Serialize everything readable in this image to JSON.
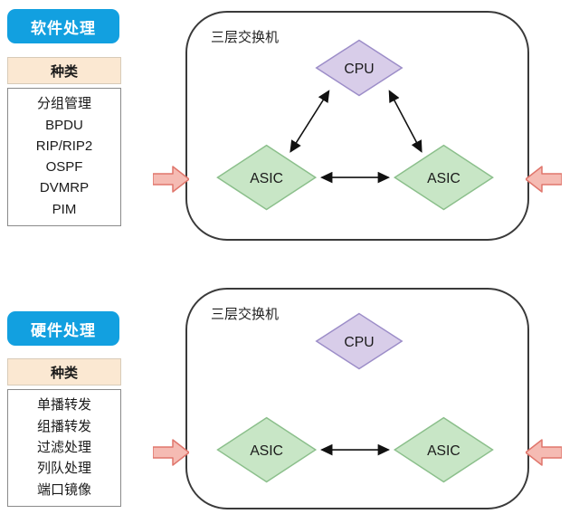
{
  "colors": {
    "badge_bg": "#12A0E0",
    "peach_bg": "#FBE8D2",
    "purple_fill": "#D8CDE9",
    "purple_stroke": "#9C8DC8",
    "green_fill": "#C8E6C6",
    "green_stroke": "#8BBF8B",
    "pink_fill": "#F5BBB3",
    "pink_stroke": "#E0766C",
    "box_border": "#3A3A3A"
  },
  "icons": {
    "inbound_arrow": "block-arrow",
    "connector": "double-headed-arrow"
  },
  "top_panel": {
    "badge": "软件处理",
    "category_header": "种类",
    "items": [
      "分组管理",
      "BPDU",
      "RIP/RIP2",
      "OSPF",
      "DVMRP",
      "PIM"
    ],
    "switch_label": "三层交换机",
    "cpu_label": "CPU",
    "asic_left_label": "ASIC",
    "asic_right_label": "ASIC"
  },
  "bottom_panel": {
    "badge": "硬件处理",
    "category_header": "种类",
    "items": [
      "单播转发",
      "组播转发",
      "过滤处理",
      "列队处理",
      "端口镜像"
    ],
    "switch_label": "三层交换机",
    "cpu_label": "CPU",
    "asic_left_label": "ASIC",
    "asic_right_label": "ASIC"
  }
}
